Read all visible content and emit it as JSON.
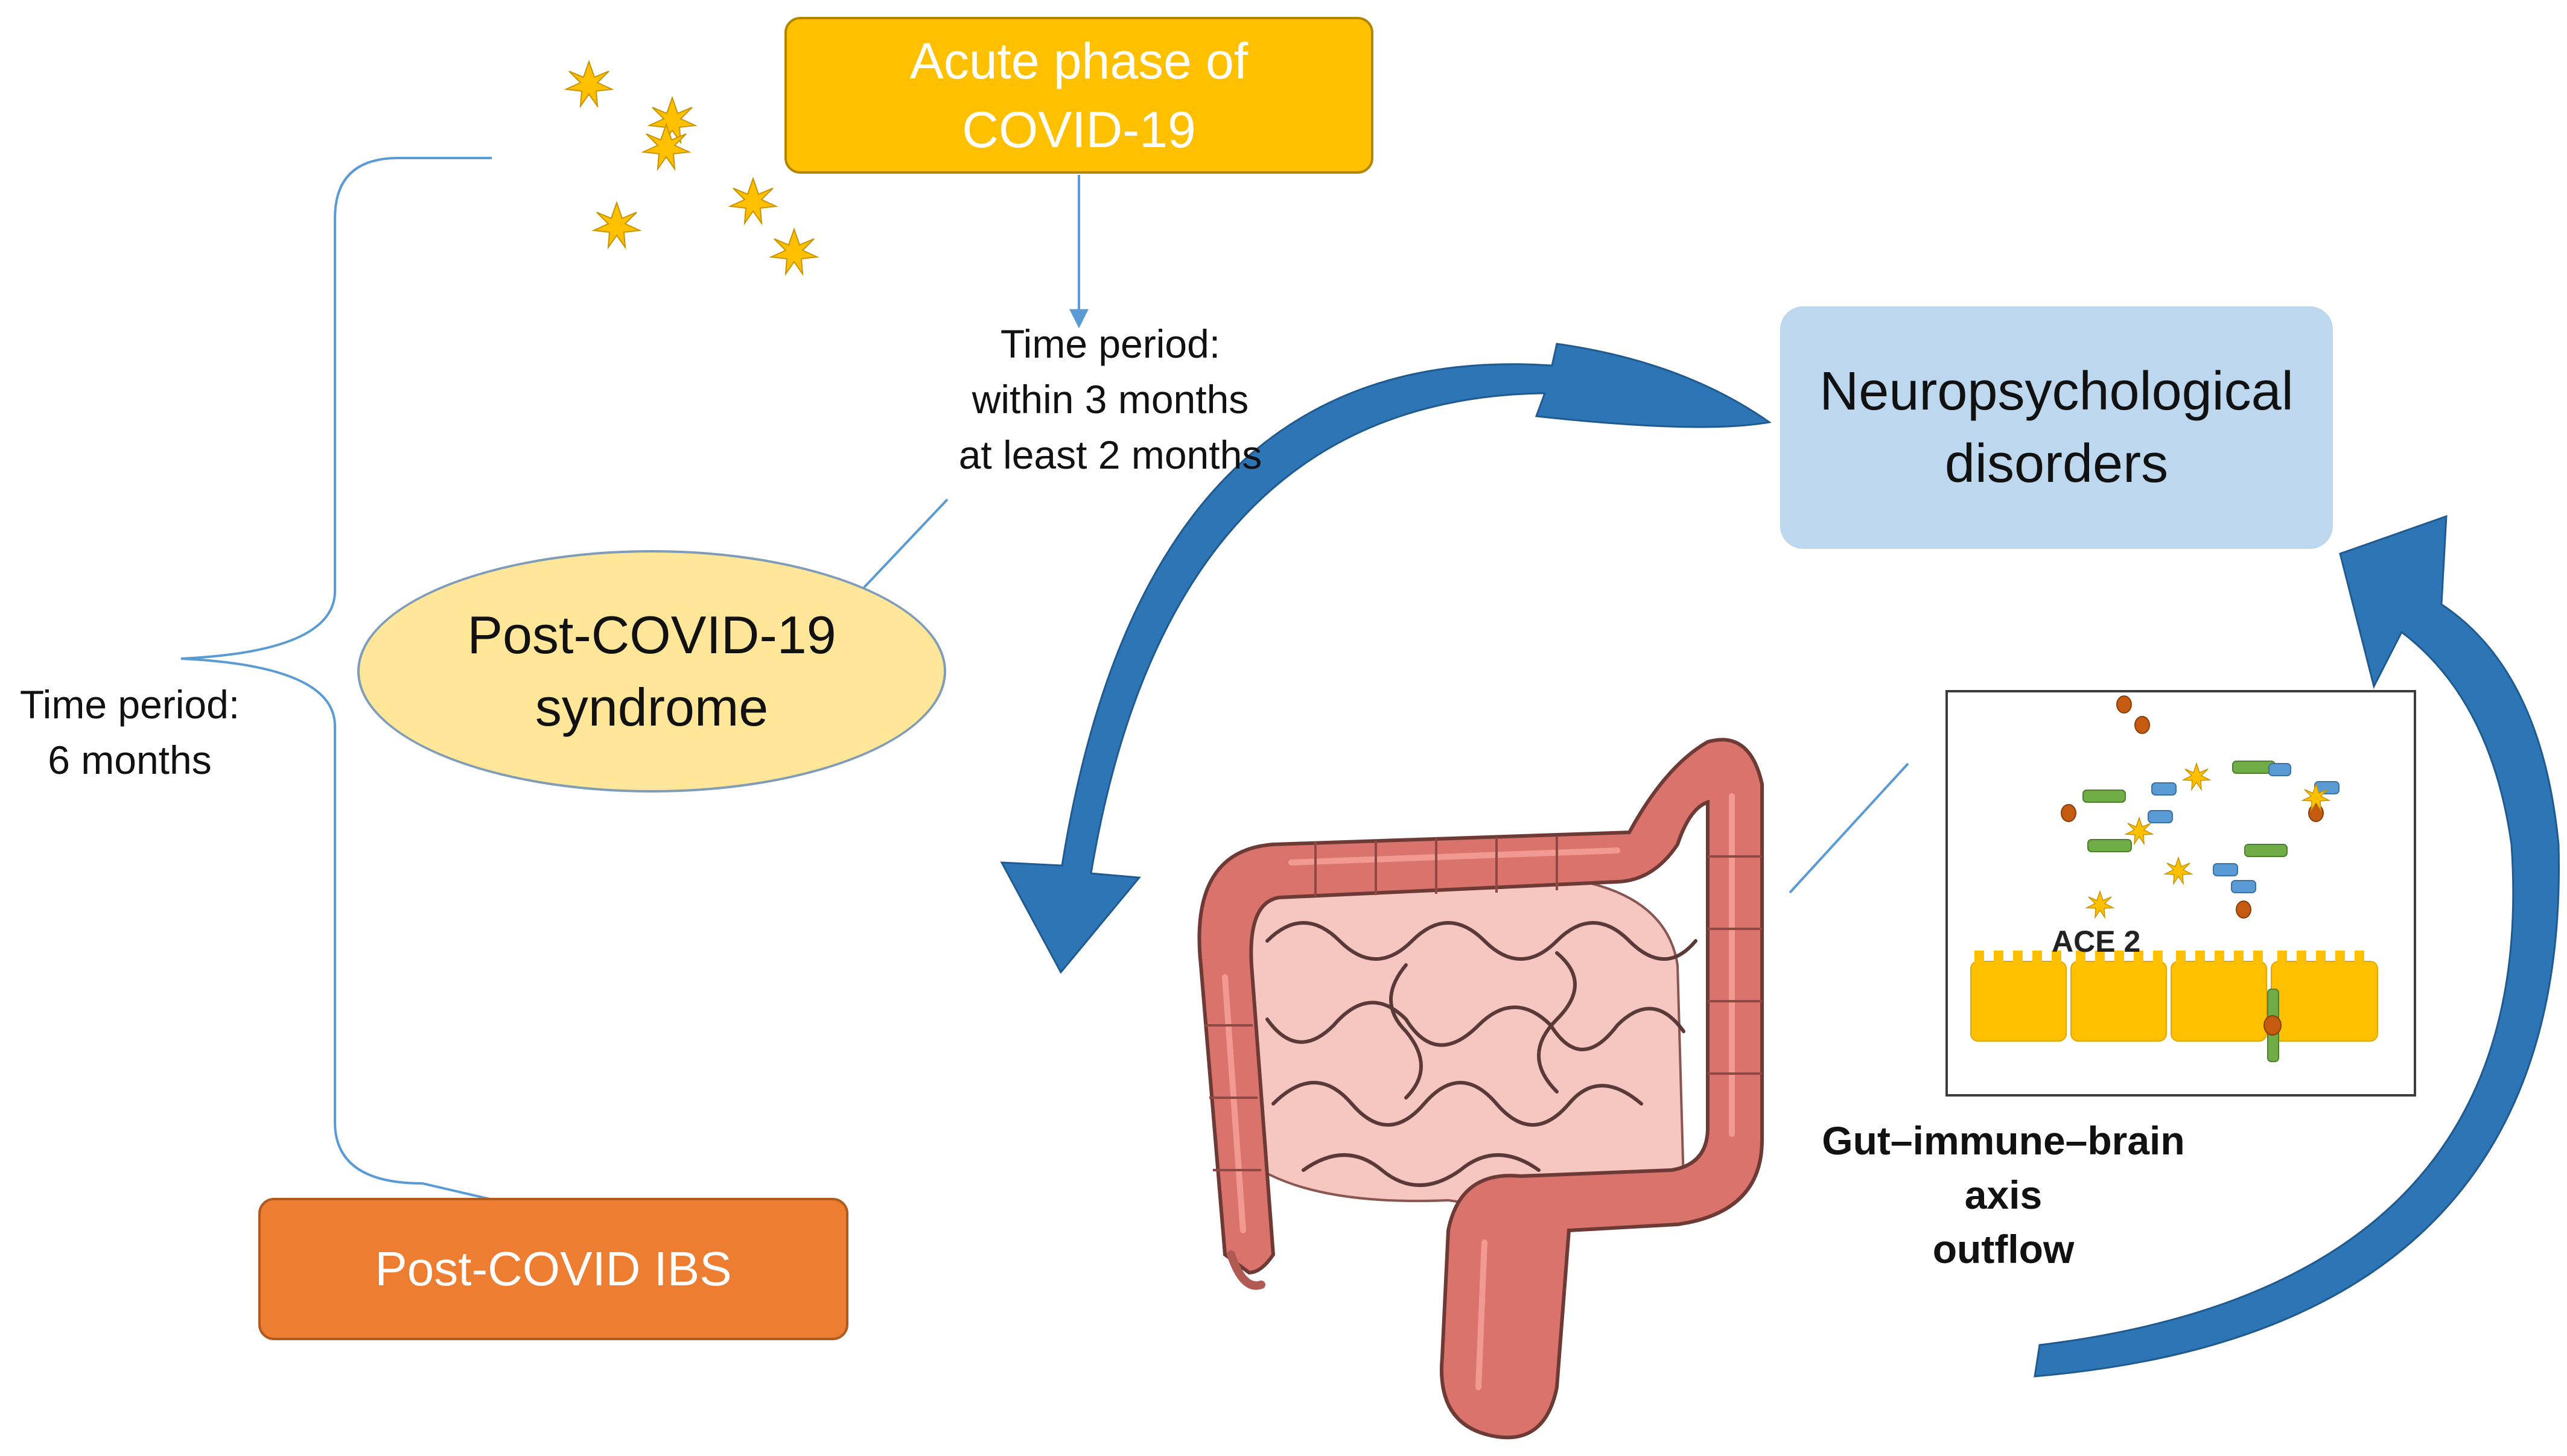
{
  "acute_phase": {
    "line1": "Acute phase of",
    "line2": "COVID-19"
  },
  "time_period_3m": {
    "line1": "Time period:",
    "line2": "within 3 months",
    "line3": "at least 2 months"
  },
  "post_covid_syndrome": {
    "line1": "Post-COVID-19",
    "line2": "syndrome"
  },
  "time_period_6m": {
    "line1": "Time period:",
    "line2": "6 months"
  },
  "post_covid_ibs": {
    "label": "Post-COVID IBS"
  },
  "neuropsychological": {
    "line1": "Neuropsychological",
    "line2": "disorders"
  },
  "inset": {
    "receptor_label": "ACE 2"
  },
  "axis_outflow": {
    "line1": "Gut–immune–brain",
    "line2": "axis",
    "line3": "outflow"
  },
  "colors": {
    "acute": "#FFC000",
    "syndrome": "#FFE699",
    "ibs": "#ED7D31",
    "neuro": "#BDD7EE",
    "cycle_arrow": "#2E75B6",
    "connector": "#5B9BD5",
    "intestine": "#D9736B",
    "epithelium": "#FFC000"
  }
}
